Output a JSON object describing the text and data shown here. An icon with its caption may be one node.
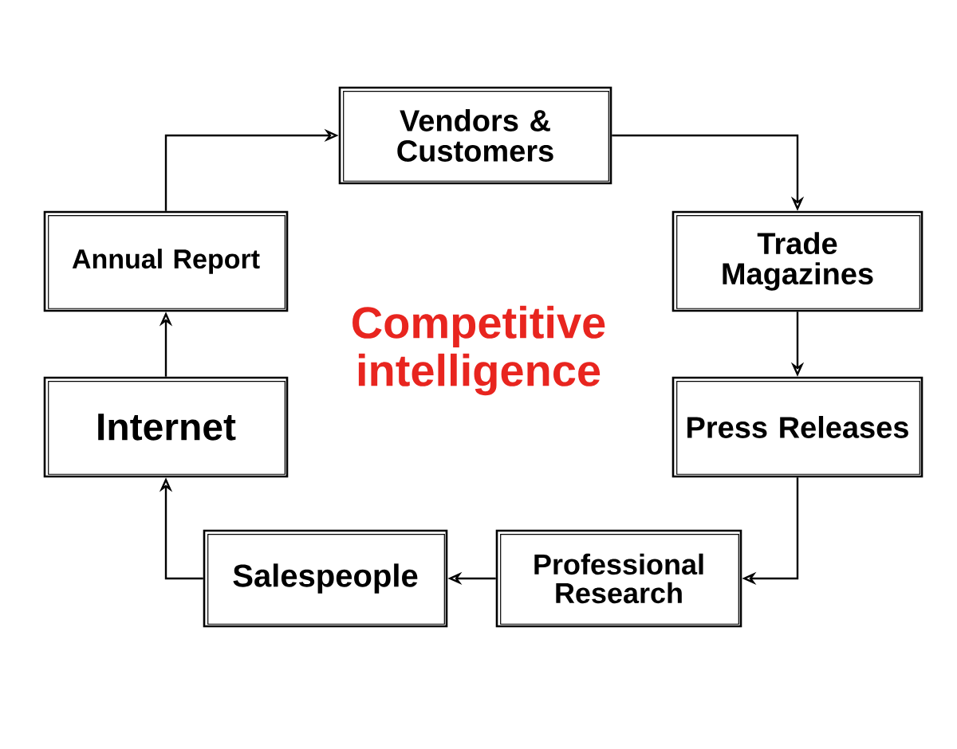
{
  "diagram": {
    "title": "Competitive intelligence",
    "nodes": [
      {
        "text": [
          "Vendors & Customers"
        ]
      },
      {
        "text": [
          "Trade Magazines"
        ]
      },
      {
        "text": [
          "Press Releases"
        ]
      },
      {
        "text": [
          "Professional Research"
        ]
      },
      {
        "text": [
          "Salespeople"
        ]
      },
      {
        "text": [
          "Internet"
        ]
      },
      {
        "text": [
          "Annual Report"
        ]
      }
    ],
    "edges": [
      {
        "from": 0,
        "to": 1,
        "arrow": "to"
      },
      {
        "from": 1,
        "to": 2,
        "arrow": "to"
      },
      {
        "from": 2,
        "to": 3,
        "arrow": "to"
      },
      {
        "from": 3,
        "to": 4,
        "arrow": "to"
      },
      {
        "from": 4,
        "to": 5,
        "arrow": "to"
      },
      {
        "from": 5,
        "to": 6,
        "arrow": "to"
      },
      {
        "from": 6,
        "to": 0,
        "arrow": "to"
      }
    ]
  }
}
